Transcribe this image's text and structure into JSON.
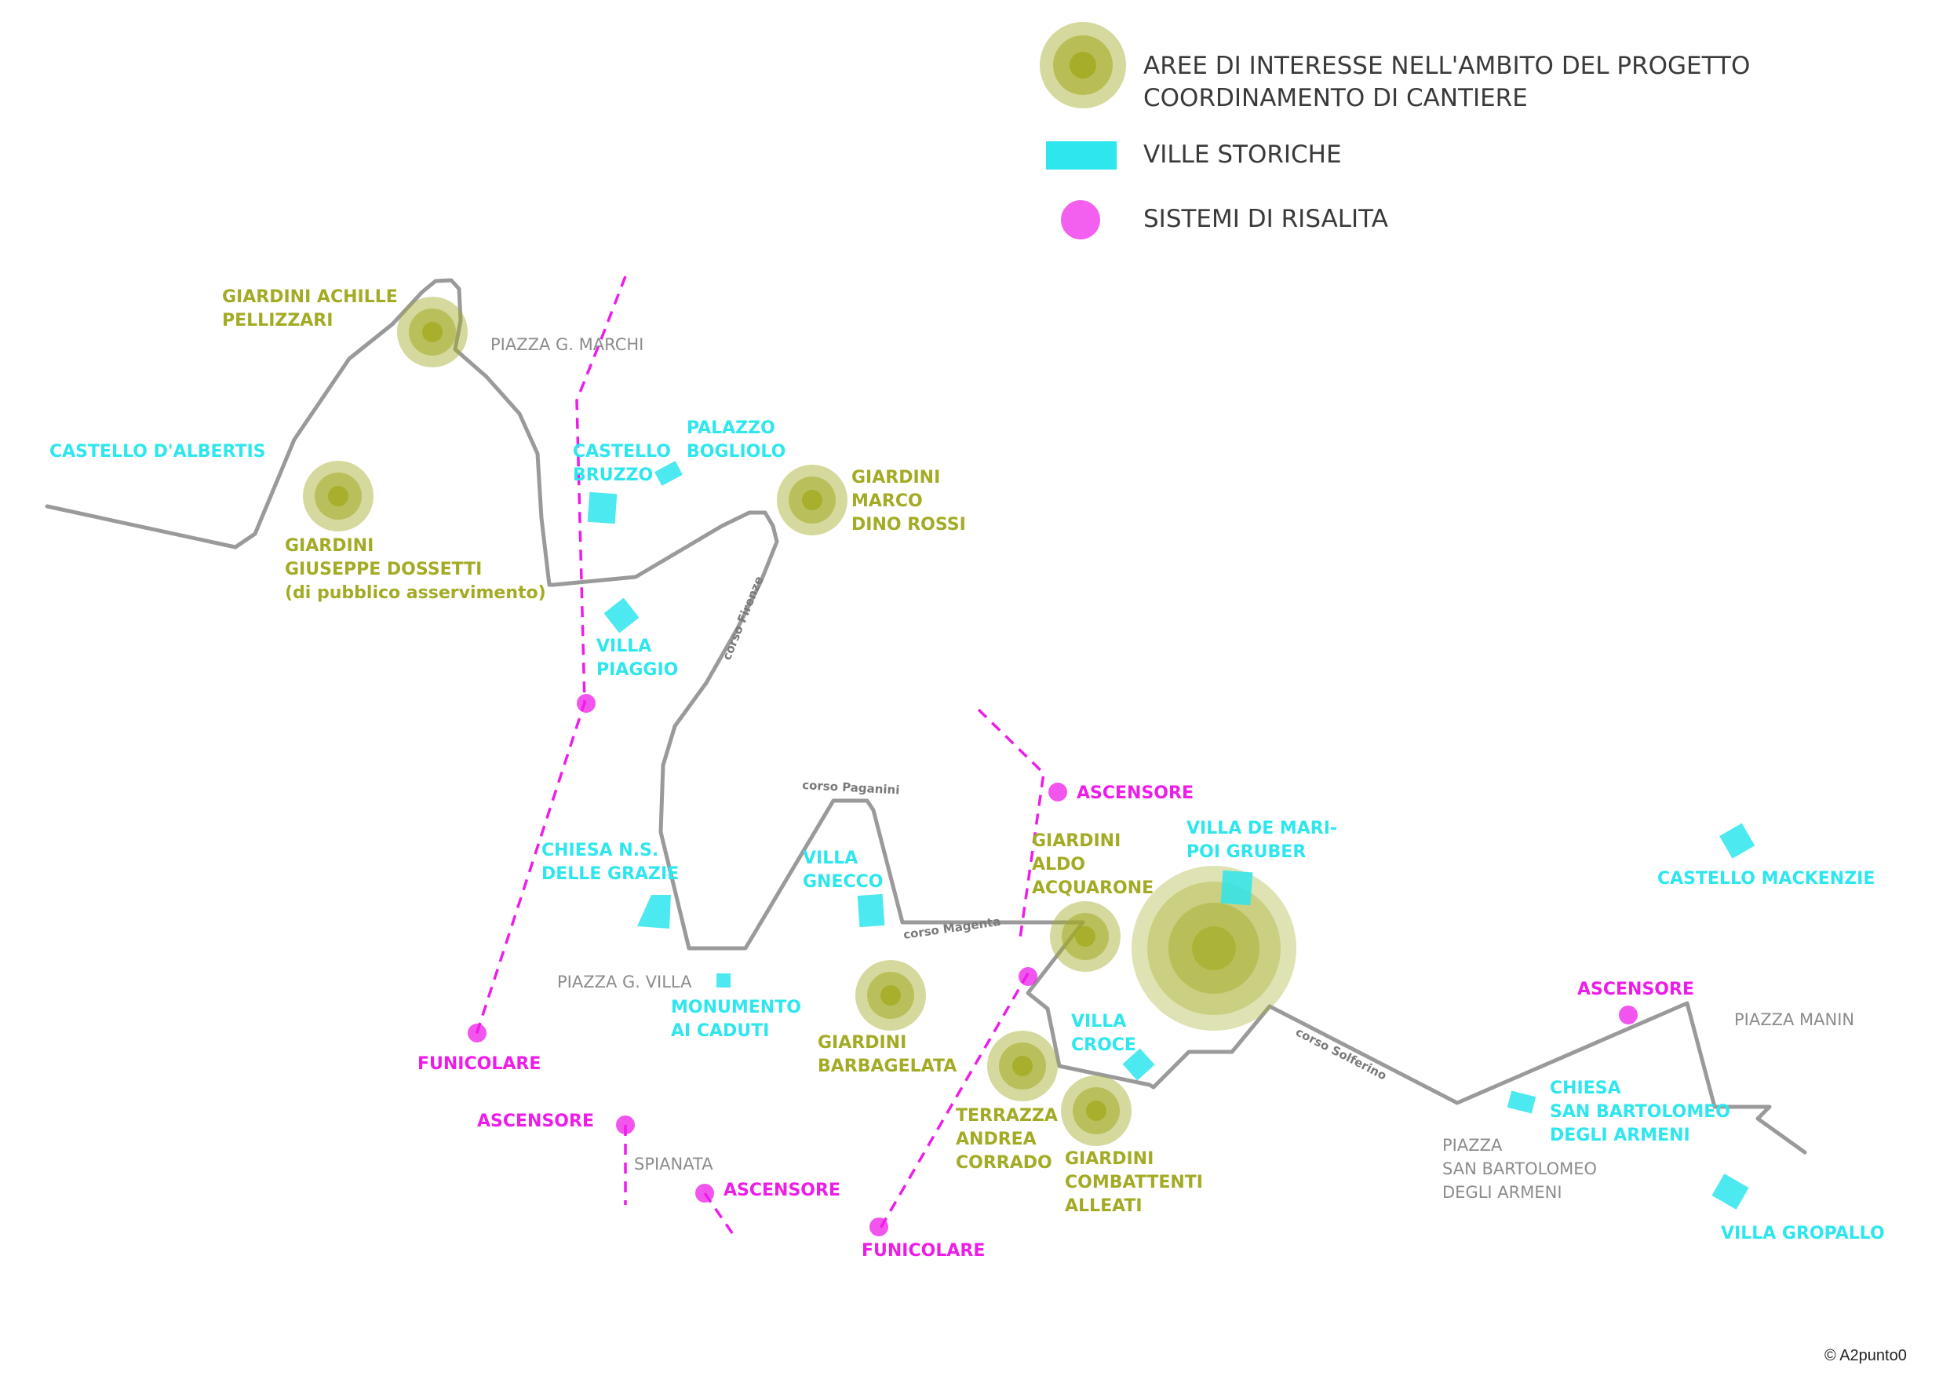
{
  "legend": {
    "interest_line1": "AREE DI INTERESSE NELL'AMBITO DEL PROGETTO",
    "interest_line2": "COORDINAMENTO DI CANTIERE",
    "villas": "VILLE STORICHE",
    "lifts": "SISTEMI DI RISALITA"
  },
  "colors": {
    "green": "#a3ab25",
    "cyan": "#2ee6ee",
    "magenta": "#ee1ce8",
    "road": "#9a9a9a"
  },
  "labels": {
    "pellizzari": [
      "GIARDINI ACHILLE",
      "PELLIZZARI"
    ],
    "dossetti": [
      "GIARDINI",
      "GIUSEPPE DOSSETTI",
      "(di pubblico asservimento)"
    ],
    "dino_rossi": [
      "GIARDINI",
      "MARCO",
      "DINO ROSSI"
    ],
    "barbagelata": [
      "GIARDINI",
      "BARBAGELATA"
    ],
    "acquarone": [
      "GIARDINI",
      "ALDO",
      "ACQUARONE"
    ],
    "corrado": [
      "TERRAZZA",
      "ANDREA",
      "CORRADO"
    ],
    "combattenti": [
      "GIARDINI",
      "COMBATTENTI",
      "ALLEATI"
    ],
    "albertis": "CASTELLO D'ALBERTIS",
    "bruzzo": [
      "CASTELLO",
      "BRUZZO"
    ],
    "bogliolo": [
      "PALAZZO",
      "BOGLIOLO"
    ],
    "piaggio": [
      "VILLA",
      "PIAGGIO"
    ],
    "grazie": [
      "CHIESA N.S.",
      "DELLE GRAZIE"
    ],
    "gnecco": [
      "VILLA",
      "GNECCO"
    ],
    "monumento": [
      "MONUMENTO",
      "AI CADUTI"
    ],
    "demari": [
      "VILLA DE MARI-",
      "POI GRUBER"
    ],
    "croce": [
      "VILLA",
      "CROCE"
    ],
    "mackenzie": "CASTELLO MACKENZIE",
    "chiesa_sb": [
      "CHIESA",
      "SAN BARTOLOMEO",
      "DEGLI ARMENI"
    ],
    "gropallo": "VILLA GROPALLO",
    "funicolare_1": "FUNICOLARE",
    "funicolare_2": "FUNICOLARE",
    "ascensore_1": "ASCENSORE",
    "ascensore_2": "ASCENSORE",
    "ascensore_3": "ASCENSORE",
    "ascensore_4": "ASCENSORE",
    "piazza_marchi": "PIAZZA G. MARCHI",
    "piazza_villa": "PIAZZA G. VILLA",
    "spianata": "SPIANATA",
    "piazza_manin": "PIAZZA MANIN",
    "piazza_sb": [
      "PIAZZA",
      "SAN BARTOLOMEO",
      "DEGLI ARMENI"
    ],
    "corso_firenze": "corso Firenze",
    "corso_paganini": "corso Paganini",
    "corso_magenta": "corso Magenta",
    "corso_solferino": "corso Solferino"
  },
  "copyright": "© A2punto0"
}
